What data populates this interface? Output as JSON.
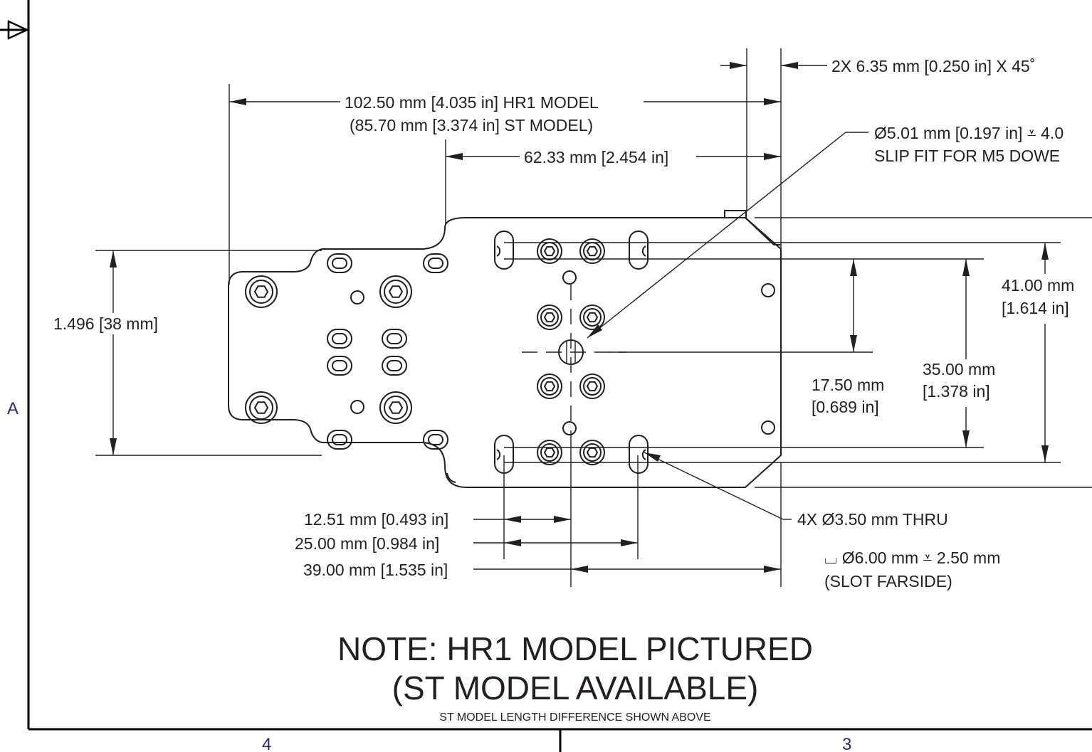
{
  "dimensions": {
    "length_hr1": "102.50 mm [4.035 in] HR1 MODEL",
    "length_st": "(85.70 mm [3.374 in] ST MODEL)",
    "length_62": "62.33 mm [2.454 in]",
    "chamfer": "2X 6.35 mm [0.250 in] X 45˚",
    "dowel_line1": "Ø5.01 mm [0.197 in] ⩡ 4.0",
    "dowel_line2": "SLIP FIT FOR M5 DOWE",
    "width_41_mm": "41.00 mm",
    "width_41_in": "[1.614 in]",
    "width_38": "1.496 [38 mm]",
    "width_35_mm": "35.00 mm",
    "width_35_in": "[1.378 in]",
    "width_17_mm": "17.50 mm",
    "width_17_in": "[0.689 in]",
    "offset_12": "12.51 mm [0.493 in]",
    "offset_25": "25.00 mm [0.984 in]",
    "offset_39": "39.00 mm [1.535 in]",
    "thru_holes": "4X Ø3.50 mm THRU",
    "cbore_line1": "⌴ Ø6.00 mm ⩡ 2.50 mm",
    "cbore_line2": "(SLOT FARSIDE)"
  },
  "notes": {
    "line1": "NOTE: HR1 MODEL PICTURED",
    "line2": "(ST MODEL AVAILABLE)",
    "line3": "ST MODEL LENGTH DIFFERENCE SHOWN ABOVE"
  },
  "zones": {
    "row_a": "A",
    "col_4": "4",
    "col_3": "3"
  }
}
